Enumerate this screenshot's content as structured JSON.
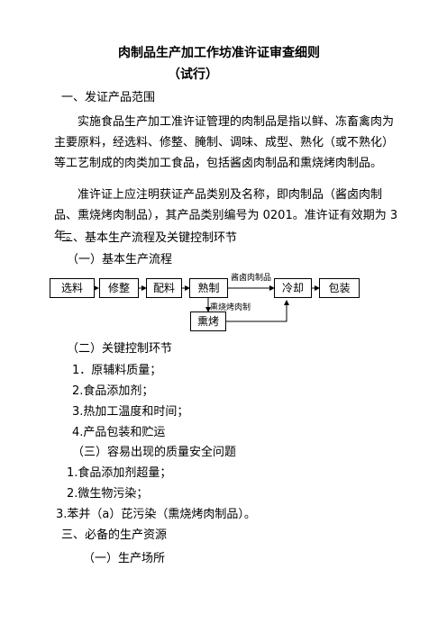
{
  "document": {
    "title_line1": "肉制品生产加工作坊准许证审查细则",
    "title_line2": "（试行）",
    "section1_heading": "一、发证产品范围",
    "para1": "实施食品生产加工准许证管理的肉制品是指以鲜、冻畜禽肉为主要原料，经选料、修整、腌制、调味、成型、熟化（或不熟化）等工艺制成的肉类加工食品，包括酱卤肉制品和熏烧烤肉制品。",
    "para2": "准许证上应注明获证产品类别及名称，即肉制品（酱卤肉制品、熏烧烤肉制品），其产品类别编号为 0201。准许证有效期为 3 年。",
    "section2_heading": "二、基本生产流程及关键控制环节",
    "sub1_heading": "（一）基本生产流程",
    "flow": {
      "nodes": [
        "选料",
        "修整",
        "配料",
        "熟制",
        "冷却",
        "包装",
        "熏烤"
      ],
      "label_top": "酱卤肉制品",
      "label_bottom": "熏烧烤肉制"
    },
    "sub2_heading": "（二）关键控制环节",
    "key_points": [
      "1．原辅料质量；",
      "2.食品添加剂；",
      "3.热加工温度和时间；",
      "4.产品包装和贮运"
    ],
    "sub3_heading": "（三）容易出现的质量安全问题",
    "issues": [
      "1.食品添加剂超量；",
      "2.微生物污染；",
      "3.苯并（a）芘污染（熏烧烤肉制品）。"
    ],
    "section3_heading": "三、必备的生产资源",
    "sub4_heading": "（一）生产场所"
  }
}
